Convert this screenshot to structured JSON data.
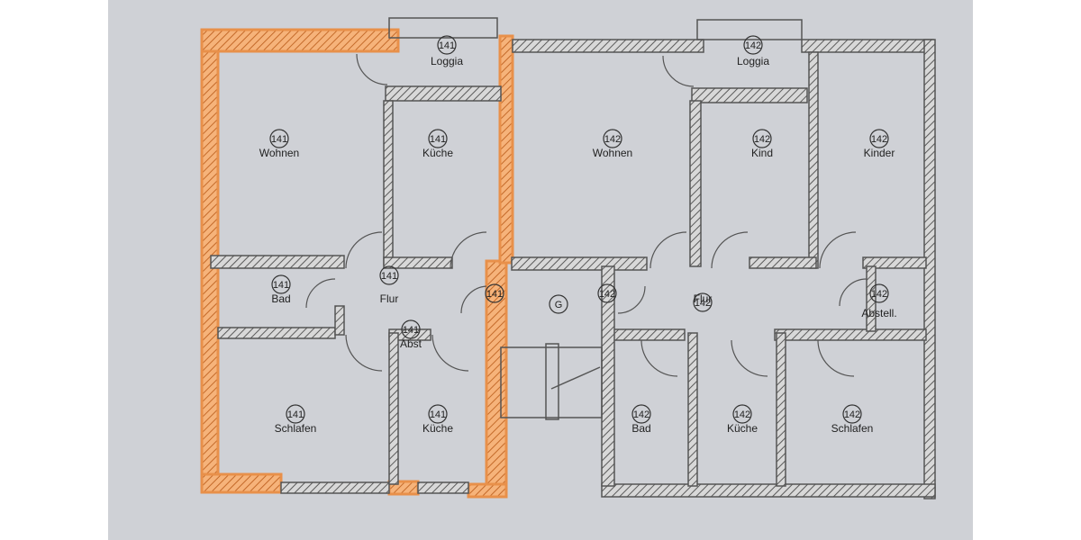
{
  "colors": {
    "paper": "#cfd1d6",
    "wall": "#5a5a5a",
    "highlight": "#f4a864"
  },
  "rooms": [
    {
      "id": "loggia-141",
      "number": "141",
      "label": "Loggia"
    },
    {
      "id": "loggia-142",
      "number": "142",
      "label": "Loggia"
    },
    {
      "id": "wohnen-141",
      "number": "141",
      "label": "Wohnen"
    },
    {
      "id": "kueche-141-top",
      "number": "141",
      "label": "Küche"
    },
    {
      "id": "wohnen-142",
      "number": "142",
      "label": "Wohnen"
    },
    {
      "id": "kind-142",
      "number": "142",
      "label": "Kind"
    },
    {
      "id": "kinder-142",
      "number": "142",
      "label": "Kinder"
    },
    {
      "id": "bad-141",
      "number": "141",
      "label": "Bad"
    },
    {
      "id": "flur-141",
      "number": "141",
      "label": "Flur"
    },
    {
      "id": "abst-141",
      "number": "141",
      "label": "Abst"
    },
    {
      "id": "entry-141",
      "number": "141",
      "label": ""
    },
    {
      "id": "g",
      "number": "G",
      "label": ""
    },
    {
      "id": "entry-142",
      "number": "142",
      "label": ""
    },
    {
      "id": "flur-142",
      "number": "142",
      "label": "Flur"
    },
    {
      "id": "abstell-142",
      "number": "142",
      "label": "Abstell."
    },
    {
      "id": "schlafen-141",
      "number": "141",
      "label": "Schlafen"
    },
    {
      "id": "kueche-141-bottom",
      "number": "141",
      "label": "Küche"
    },
    {
      "id": "bad-142",
      "number": "142",
      "label": "Bad"
    },
    {
      "id": "kueche-142",
      "number": "142",
      "label": "Küche"
    },
    {
      "id": "schlafen-142",
      "number": "142",
      "label": "Schlafen"
    }
  ]
}
